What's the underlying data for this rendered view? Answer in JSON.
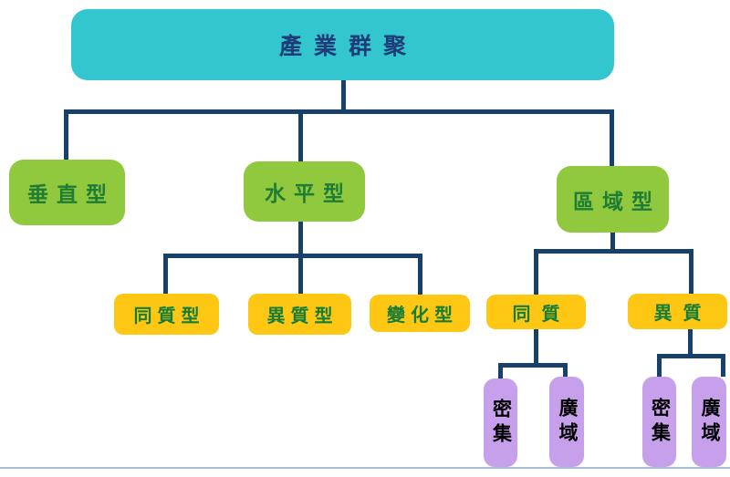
{
  "diagram": {
    "type": "tree",
    "nodes": {
      "root": {
        "label": "產業群聚"
      },
      "vertical": {
        "label": "垂直型"
      },
      "horizontal": {
        "label": "水平型"
      },
      "regional": {
        "label": "區域型"
      },
      "homogeneous_type": {
        "label": "同質型"
      },
      "heterogeneous_type": {
        "label": "異質型"
      },
      "variation_type": {
        "label": "變化型"
      },
      "homogeneous": {
        "label": "同質"
      },
      "heterogeneous": {
        "label": "異質"
      },
      "homo_dense": {
        "label": "密集"
      },
      "homo_wide": {
        "label": "廣域"
      },
      "hetero_dense": {
        "label": "密集"
      },
      "hetero_wide": {
        "label": "廣域"
      }
    },
    "tree": {
      "label": "產業群聚",
      "children": [
        {
          "label": "垂直型",
          "children": []
        },
        {
          "label": "水平型",
          "children": [
            {
              "label": "同質型"
            },
            {
              "label": "異質型"
            },
            {
              "label": "變化型"
            }
          ]
        },
        {
          "label": "區域型",
          "children": [
            {
              "label": "同質",
              "children": [
                {
                  "label": "密集"
                },
                {
                  "label": "廣域"
                }
              ]
            },
            {
              "label": "異質",
              "children": [
                {
                  "label": "密集"
                },
                {
                  "label": "廣域"
                }
              ]
            }
          ]
        }
      ]
    },
    "colors": {
      "root_bg": "#33c6ce",
      "root_text": "#1e3c78",
      "level2_bg": "#90c83e",
      "level2_text": "#1e7c35",
      "level3_bg": "#fdc714",
      "level3_text": "#157d36",
      "leaf_bg": "#c7a0eb",
      "leaf_text": "#000000",
      "connector": "#17406b",
      "bottom_rule": "#a9bedf"
    }
  }
}
